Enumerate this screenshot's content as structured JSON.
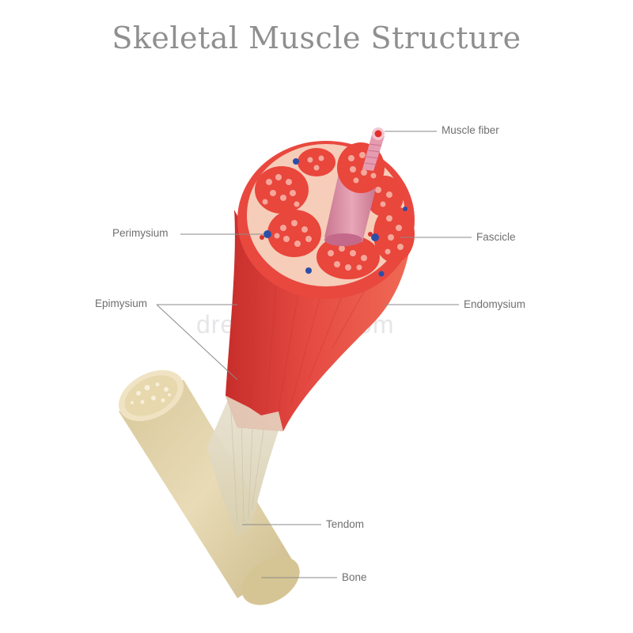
{
  "title": "Skeletal Muscle Structure",
  "watermark": "dreamstime.com",
  "labels": {
    "muscle_fiber": "Muscle fiber",
    "perimysium": "Perimysium",
    "fascicle": "Fascicle",
    "epimysium": "Epimysium",
    "endomysium": "Endomysium",
    "tendom": "Tendom",
    "bone": "Bone"
  },
  "colors": {
    "muscle": "#e0403a",
    "muscle_light": "#ef6a5a",
    "endomysium_fill": "#f7c9b8",
    "fiber_pink": "#d98aa0",
    "vessel_blue": "#2a4fa8",
    "tendon": "#d9d2bd",
    "bone": "#e2d3a8",
    "leader_line": "#8a8a8a",
    "text": "#6f6f6f"
  }
}
